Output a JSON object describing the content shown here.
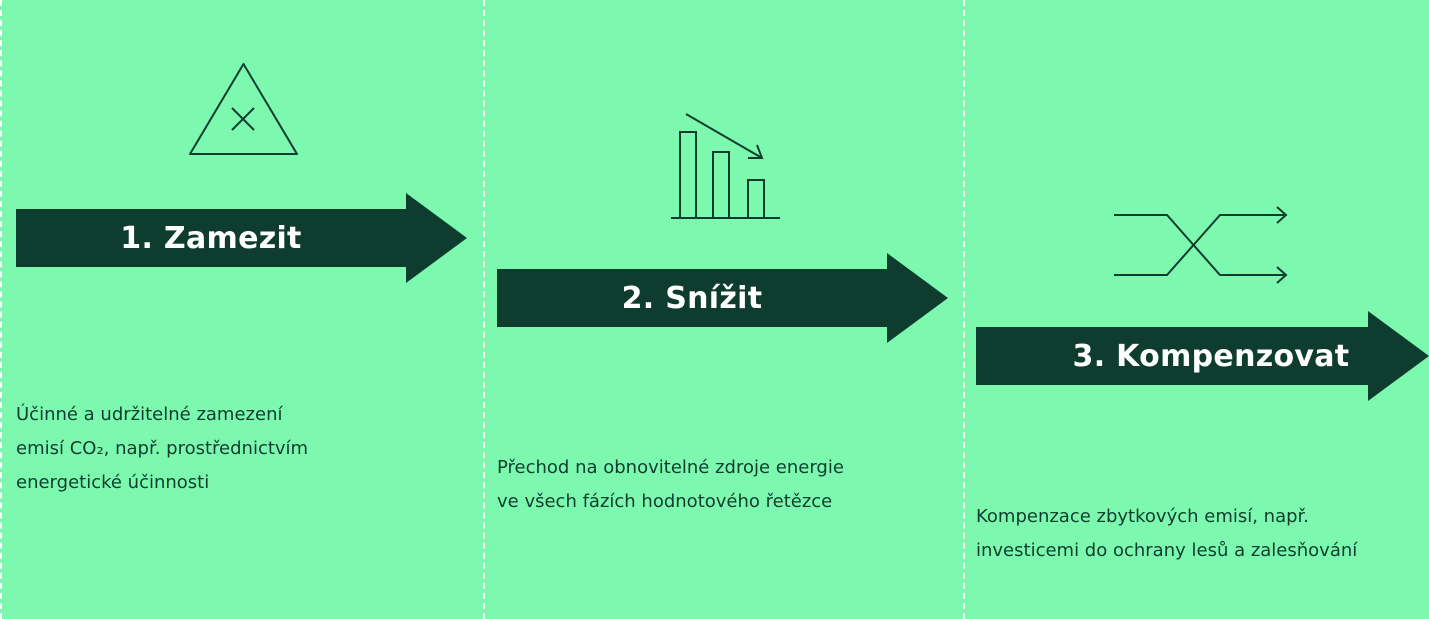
{
  "colors": {
    "background": "#7CF9AE",
    "arrow": "#0E3D2F",
    "text": "#0E3D2F",
    "divider": "#FFFFFF"
  },
  "steps": [
    {
      "label": "1. Zamezit",
      "icon": "triangle-x-icon",
      "description": [
        "Účinné a udržitelné zamezení",
        "emisí CO₂, např. prostřednictvím",
        "energetické účinnosti"
      ]
    },
    {
      "label": "2. Snížit",
      "icon": "declining-bar-chart-icon",
      "description": [
        "Přechod na obnovitelné zdroje energie",
        "ve všech fázích hodnotového řetězce"
      ]
    },
    {
      "label": "3. Kompenzovat",
      "icon": "crossing-arrows-icon",
      "description": [
        "Kompenzace zbytkových emisí, např.",
        "investicemi do ochrany lesů a zalesňování"
      ]
    }
  ]
}
